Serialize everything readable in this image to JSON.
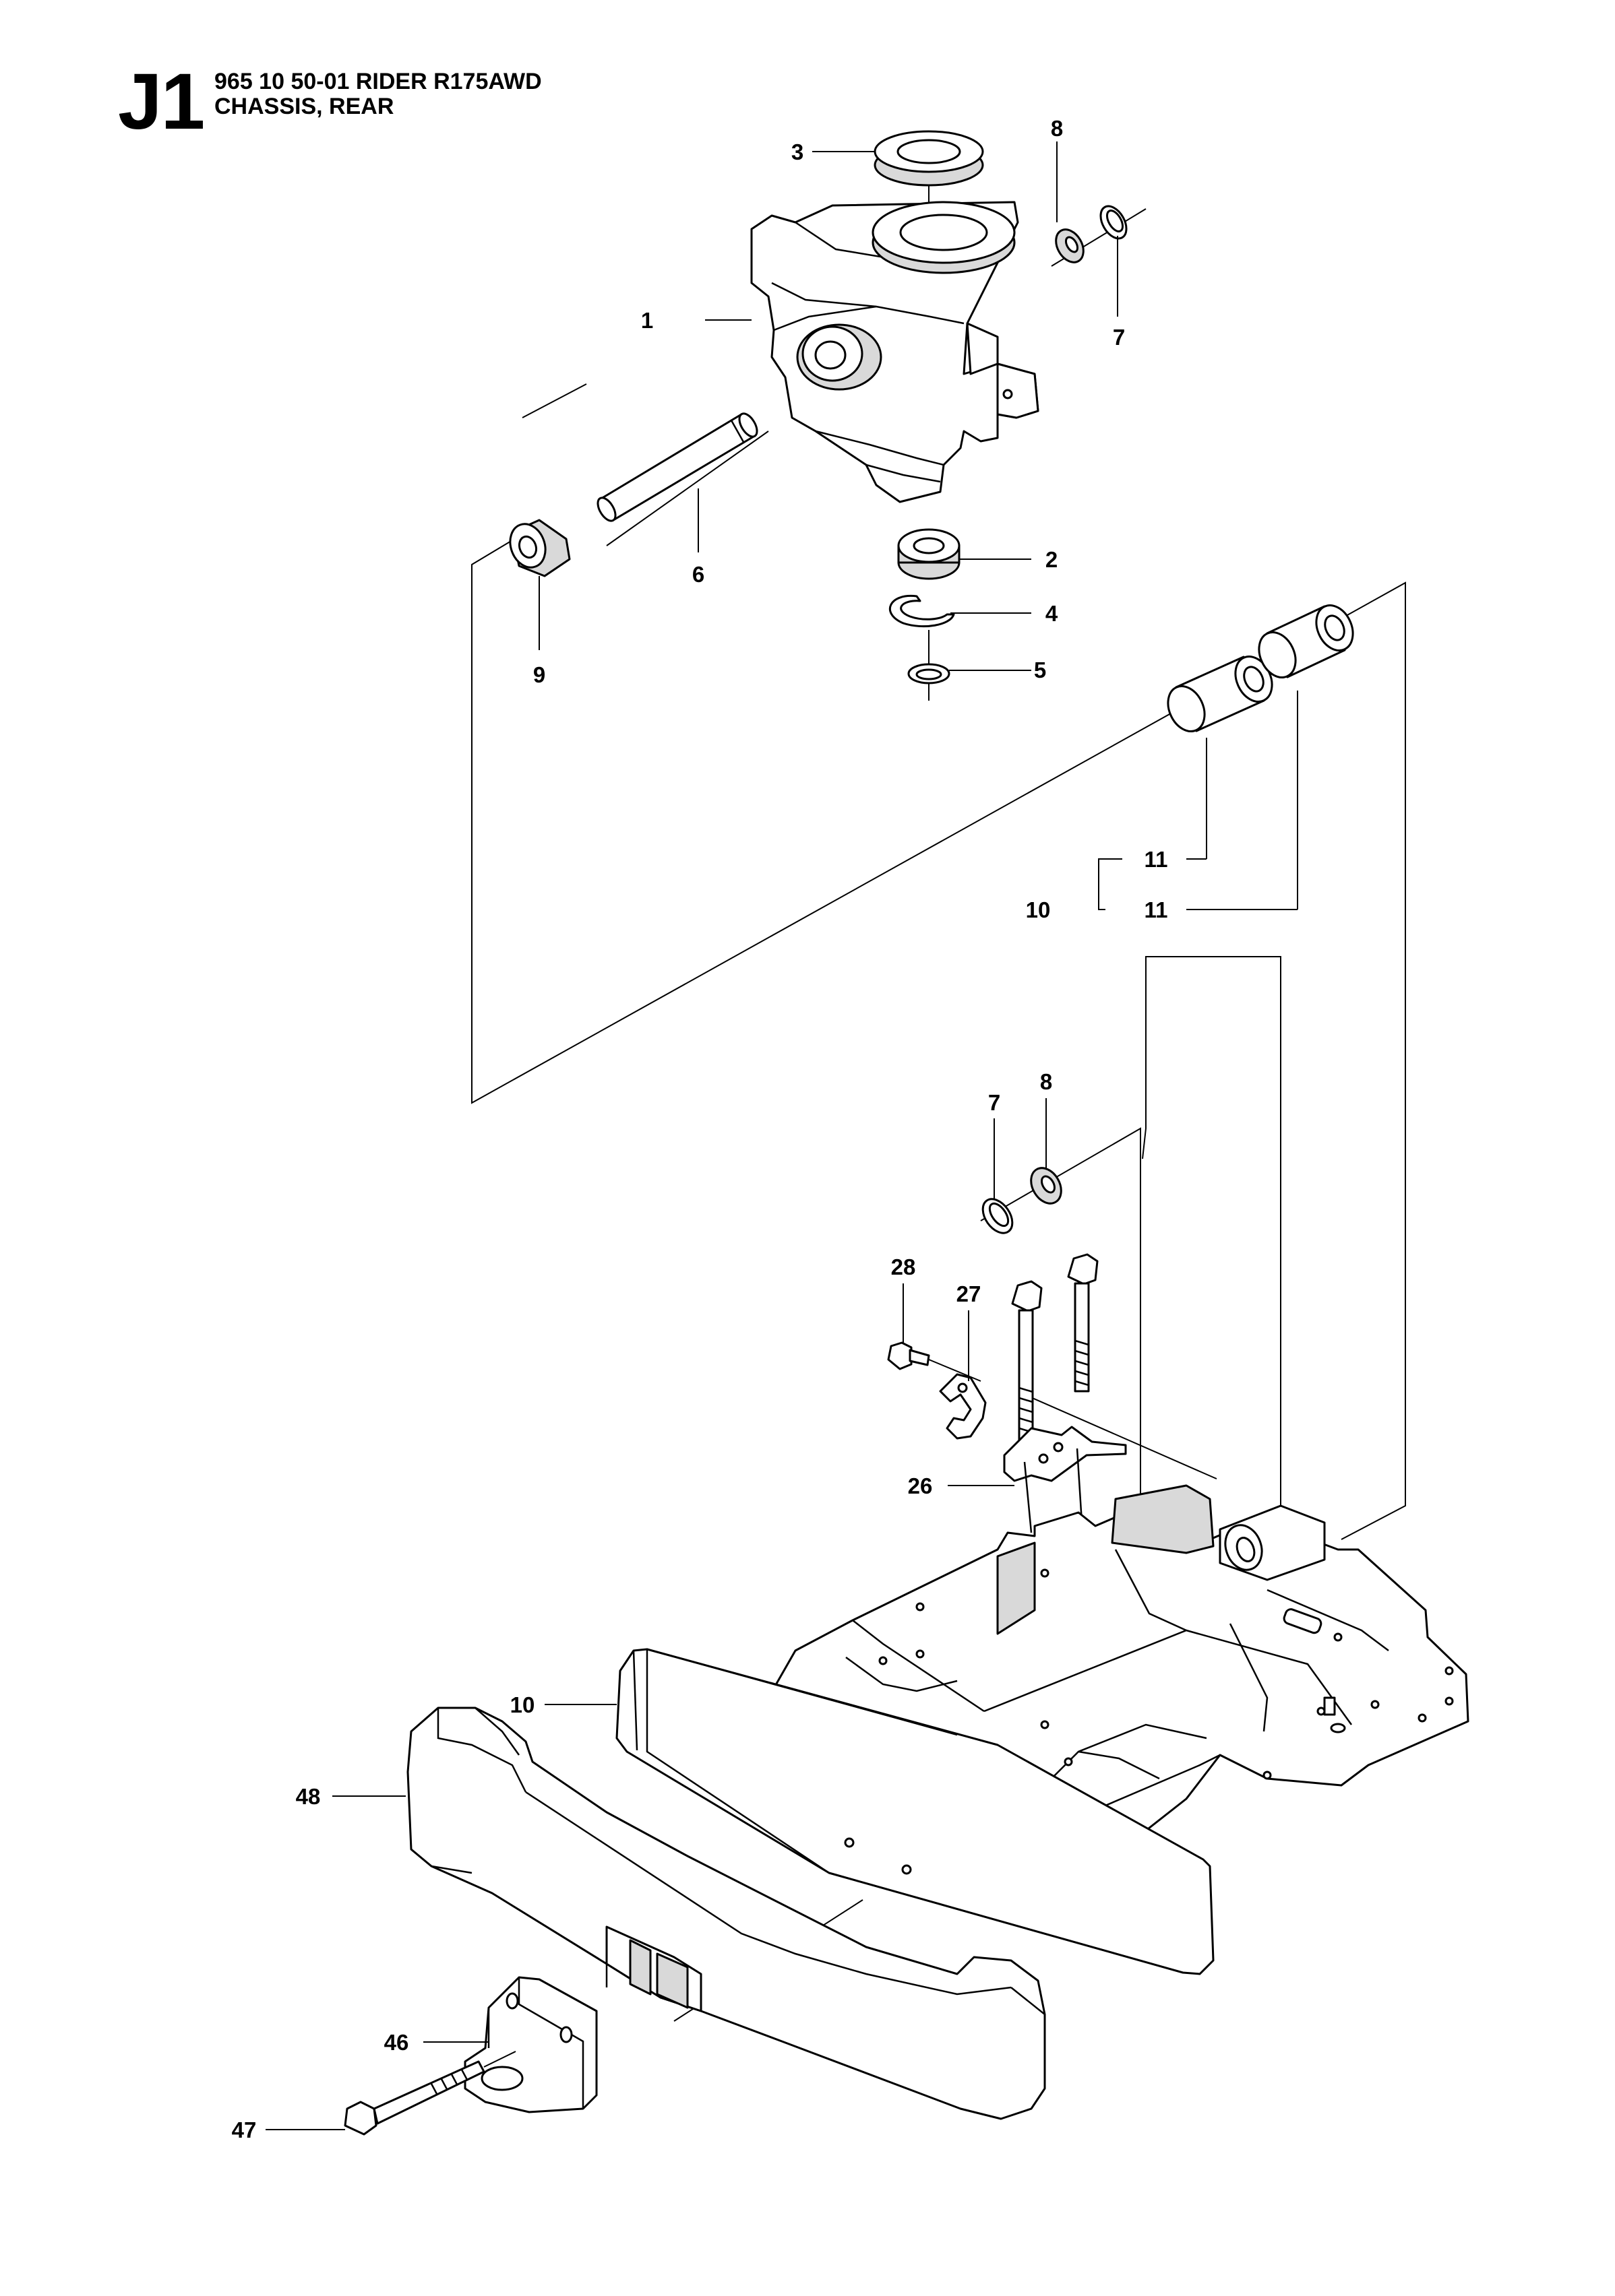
{
  "header": {
    "code": "J1",
    "line1": "965 10 50-01 RIDER R175AWD",
    "line2": "CHASSIS, REAR"
  },
  "callouts": [
    {
      "id": "c3",
      "label": "3"
    },
    {
      "id": "c8a",
      "label": "8"
    },
    {
      "id": "c1",
      "label": "1"
    },
    {
      "id": "c7a",
      "label": "7"
    },
    {
      "id": "c2",
      "label": "2"
    },
    {
      "id": "c6",
      "label": "6"
    },
    {
      "id": "c4",
      "label": "4"
    },
    {
      "id": "c9",
      "label": "9"
    },
    {
      "id": "c5",
      "label": "5"
    },
    {
      "id": "c11a",
      "label": "11"
    },
    {
      "id": "c10a",
      "label": "10"
    },
    {
      "id": "c11b",
      "label": "11"
    },
    {
      "id": "c7b",
      "label": "7"
    },
    {
      "id": "c8b",
      "label": "8"
    },
    {
      "id": "c28",
      "label": "28"
    },
    {
      "id": "c27",
      "label": "27"
    },
    {
      "id": "c26",
      "label": "26"
    },
    {
      "id": "c10b",
      "label": "10"
    },
    {
      "id": "c48",
      "label": "48"
    },
    {
      "id": "c46",
      "label": "46"
    },
    {
      "id": "c47",
      "label": "47"
    }
  ]
}
